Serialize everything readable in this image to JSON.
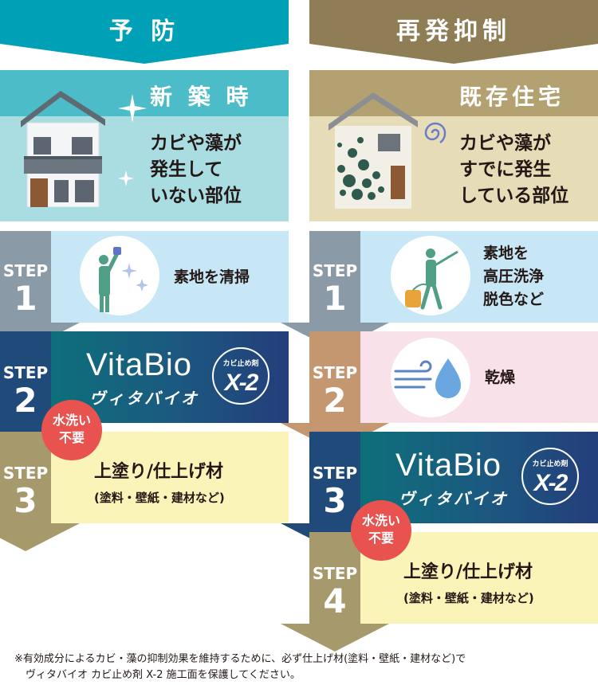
{
  "colors": {
    "teal": "#00a0b6",
    "olive": "#8e7d55",
    "info_left_band": "#4bbcc8",
    "info_left_bg": "#a9dde2",
    "info_right_band": "#b3a172",
    "info_right_bg": "#e6dcb7",
    "step_gray": "#8a9aa6",
    "step_navy": "#1f4a7a",
    "step_gold": "#a69a6c",
    "step_brown": "#c49770",
    "light_blue": "#c8e7f6",
    "light_pink": "#f9e1ea",
    "light_yellow": "#fbf4b8",
    "badge_red": "#e8524f"
  },
  "left": {
    "header": "予 防",
    "info_title": "新 築 時",
    "info_desc": [
      "カビや藻が",
      "発生して",
      "いない部位"
    ],
    "steps": [
      {
        "word": "STEP",
        "num": "1",
        "text": "素地を清掃"
      },
      {
        "word": "STEP",
        "num": "2"
      },
      {
        "word": "STEP",
        "num": "3",
        "title": "上塗り/仕上げ材",
        "sub": "(塗料・壁紙・建材など)"
      }
    ]
  },
  "right": {
    "header": "再発抑制",
    "info_title": "既存住宅",
    "info_desc": [
      "カビや藻が",
      "すでに発生",
      "している部位"
    ],
    "steps": [
      {
        "word": "STEP",
        "num": "1",
        "text": [
          "素地を",
          "高圧洗浄",
          "脱色など"
        ]
      },
      {
        "word": "STEP",
        "num": "2",
        "text": "乾燥"
      },
      {
        "word": "STEP",
        "num": "3"
      },
      {
        "word": "STEP",
        "num": "4",
        "title": "上塗り/仕上げ材",
        "sub": "(塗料・壁紙・建材など)"
      }
    ]
  },
  "vitabio": {
    "name": "VitaBio",
    "kana": "ヴィタバイオ",
    "tag": "カビ止め剤",
    "model": "X-2"
  },
  "badge": [
    "水洗い",
    "不要"
  ],
  "footnote": [
    "※有効成分によるカビ・藻の抑制効果を維持するために、必ず仕上げ材(塗料・壁紙・建材など)で",
    "ヴィタバイオ カビ止め剤 X-2 施工面を保護してください。"
  ],
  "icons": {
    "left_house": "new-house-icon",
    "right_house": "moldy-house-icon",
    "cleaning": "worker-cleaning-icon",
    "washing": "worker-pressure-washing-icon",
    "drying": "wind-droplet-icon",
    "sparkle": "sparkle-icon"
  }
}
